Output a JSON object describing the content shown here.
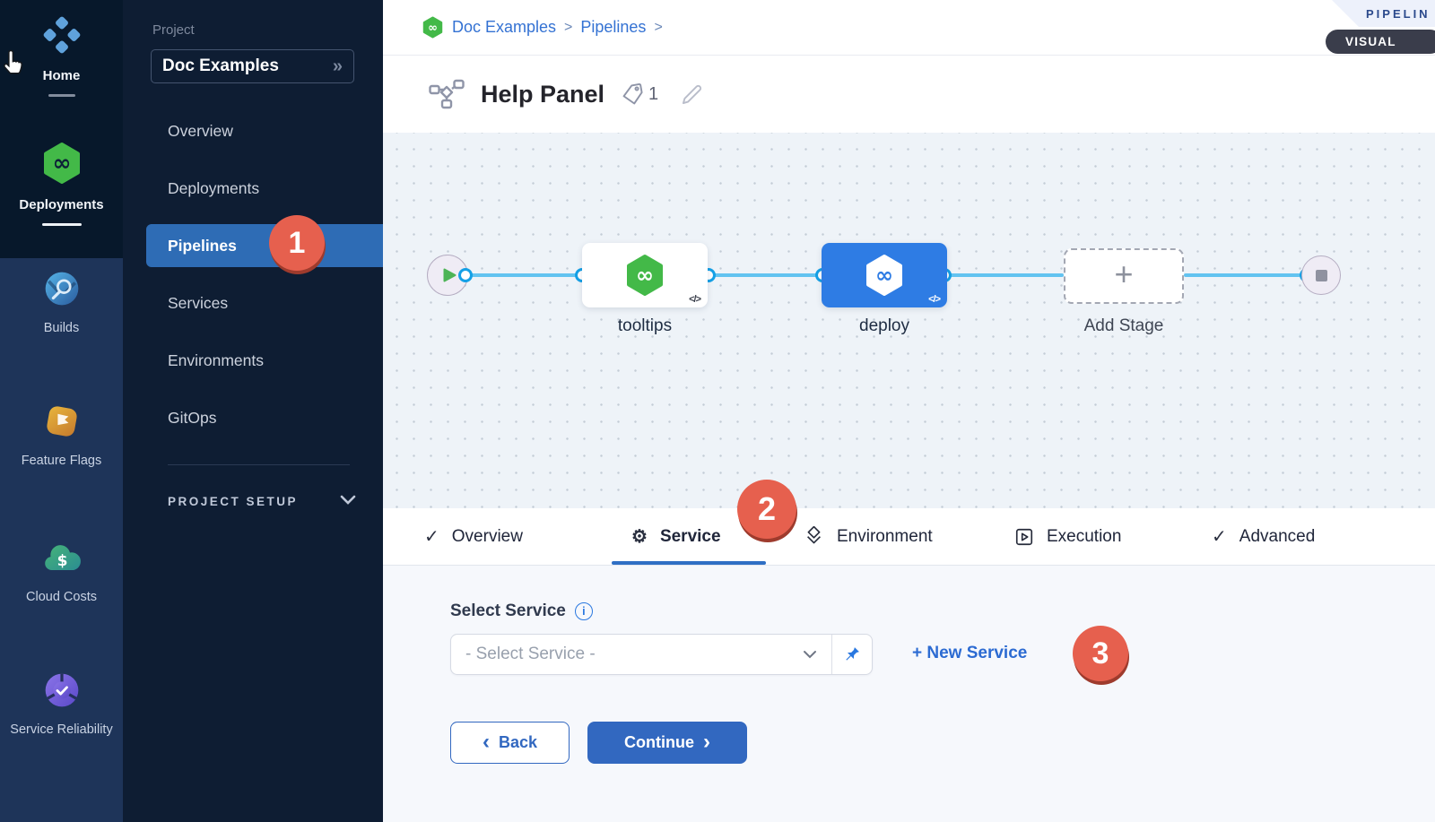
{
  "glyphs": {
    "infinity": "∞",
    "check": "✓",
    "gear": "⚙",
    "plus": "+",
    "dollar": "$",
    "code": "</>",
    "double_chevron": "»",
    "chevron_left": "‹",
    "chevron_right": "›",
    "breadcrumb_sep": ">",
    "info": "i"
  },
  "module_nav": {
    "items": [
      {
        "label": "Home"
      },
      {
        "label": "Deployments"
      },
      {
        "label": "Builds"
      },
      {
        "label": "Feature Flags"
      },
      {
        "label": "Cloud Costs"
      },
      {
        "label": "Service Reliability"
      }
    ]
  },
  "project_nav": {
    "section_label": "Project",
    "project_name": "Doc Examples",
    "items": [
      {
        "label": "Overview"
      },
      {
        "label": "Deployments"
      },
      {
        "label": "Pipelines"
      },
      {
        "label": "Services"
      },
      {
        "label": "Environments"
      },
      {
        "label": "GitOps"
      }
    ],
    "selected": "Pipelines",
    "setup_label": "PROJECT SETUP"
  },
  "breadcrumb": {
    "items": [
      {
        "label": "Doc Examples"
      },
      {
        "label": "Pipelines"
      }
    ]
  },
  "header": {
    "ribbon": "PIPELIN",
    "title": "Help Panel",
    "tag_count": "1",
    "view_toggle": "VISUAL"
  },
  "canvas": {
    "stages": [
      {
        "name": "tooltips"
      },
      {
        "name": "deploy"
      }
    ],
    "add_stage_label": "Add Stage"
  },
  "tabs": [
    {
      "label": "Overview"
    },
    {
      "label": "Service"
    },
    {
      "label": "Environment"
    },
    {
      "label": "Execution"
    },
    {
      "label": "Advanced"
    }
  ],
  "annotations": [
    {
      "n": "1"
    },
    {
      "n": "2"
    },
    {
      "n": "3"
    }
  ],
  "form": {
    "label": "Select Service",
    "placeholder": "- Select Service -",
    "new_service_label": "+ New Service",
    "back_label": "Back",
    "continue_label": "Continue"
  },
  "colors": {
    "selected_nav_blue": "#2e6cb5",
    "primary_button_blue": "#3268c0",
    "stage_selected_blue": "#2e7ce4",
    "harness_green": "#43b948",
    "link_blue": "#3472d3",
    "annotation_red": "#e6604e",
    "canvas_bg": "#eef3f8",
    "sidebar_dark": "#0e1d33",
    "module_strip_dark": "#07182b",
    "module_strip_light": "#1e3459"
  }
}
